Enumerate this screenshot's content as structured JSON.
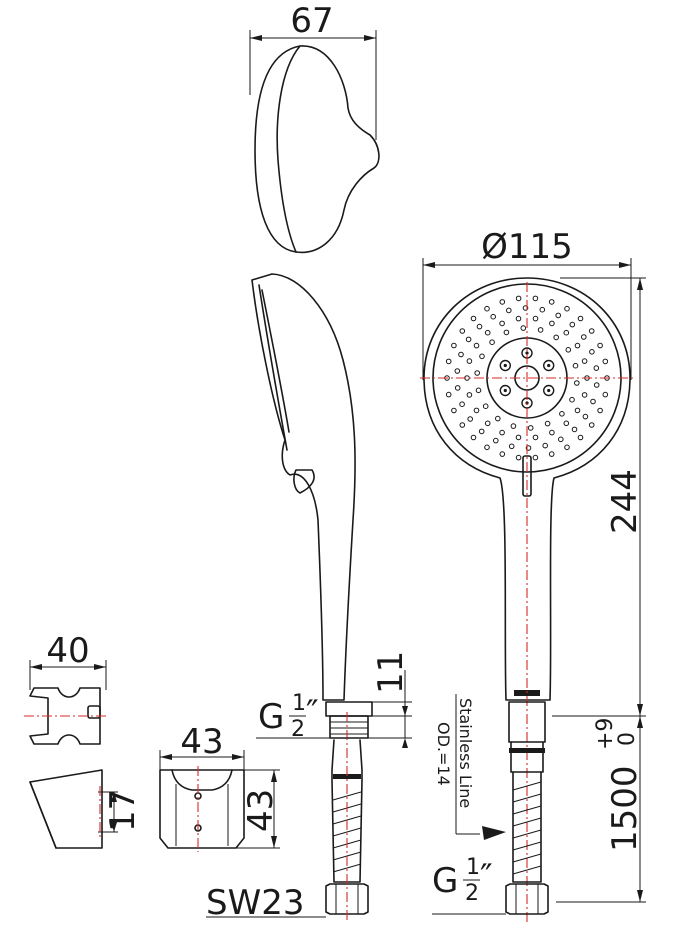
{
  "dimensions": {
    "head_depth": "67",
    "head_diameter": "Ø115",
    "total_length": "244",
    "thread_length": "11",
    "hose_length": "1500",
    "hose_tolerance": "+9",
    "hose_tolerance_second": "0",
    "holder_width_top": "40",
    "holder_height_side": "17",
    "holder_width_front": "43",
    "holder_height_front": "43",
    "nut_size": "SW23"
  },
  "thread_left": {
    "prefix": "G",
    "numerator": "1",
    "denominator": "2",
    "suffix": "″"
  },
  "thread_right": {
    "prefix": "G",
    "numerator": "1",
    "denominator": "2",
    "suffix": "″"
  },
  "hose_note": {
    "line1": "Stainless Line",
    "line2": "OD.=14"
  }
}
